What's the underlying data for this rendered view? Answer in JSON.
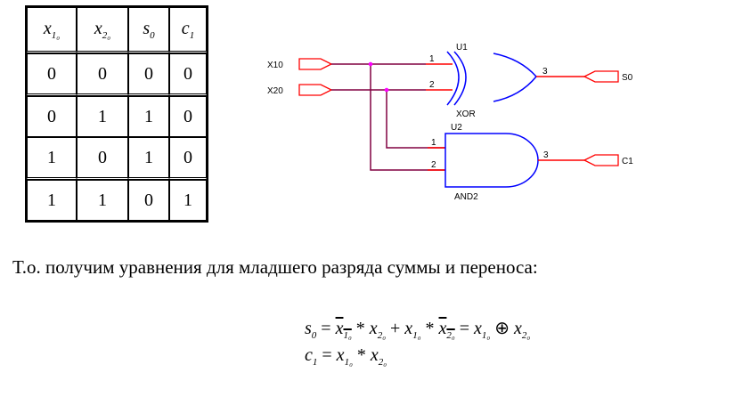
{
  "truth_table": {
    "headers": [
      {
        "var": "x",
        "sub": "1₀"
      },
      {
        "var": "x",
        "sub": "2₀"
      },
      {
        "var": "s",
        "sub": "0"
      },
      {
        "var": "c",
        "sub": "1"
      }
    ],
    "rows": [
      [
        "0",
        "0",
        "0",
        "0"
      ],
      [
        "0",
        "1",
        "1",
        "0"
      ],
      [
        "1",
        "0",
        "1",
        "0"
      ],
      [
        "1",
        "1",
        "0",
        "1"
      ]
    ]
  },
  "circuit": {
    "inputs": [
      "X10",
      "X20"
    ],
    "outputs": [
      "S0",
      "C1"
    ],
    "gates": [
      {
        "ref": "U1",
        "type": "XOR",
        "pins": [
          "1",
          "2",
          "3"
        ]
      },
      {
        "ref": "U2",
        "type": "AND2",
        "pins": [
          "1",
          "2",
          "3"
        ]
      }
    ],
    "colors": {
      "wire_in": "#800040",
      "wire_out": "#ff0000",
      "gate": "#0000ff",
      "port": "#ff0000"
    }
  },
  "caption": "Т.о. получим уравнения для младшего разряда суммы и переноса:",
  "equations": {
    "s0": {
      "lhs": "s",
      "lhs_sub": "0",
      "eq": "=",
      "plus": "+",
      "times": "*",
      "xor": "⊕",
      "v1": "x",
      "v1_sub": "1₀",
      "v2": "x",
      "v2_sub": "2₀"
    },
    "c1": {
      "lhs": "c",
      "lhs_sub": "1",
      "eq": "=",
      "times": "*",
      "v1": "x",
      "v1_sub": "1₀",
      "v2": "x",
      "v2_sub": "2₀"
    }
  }
}
